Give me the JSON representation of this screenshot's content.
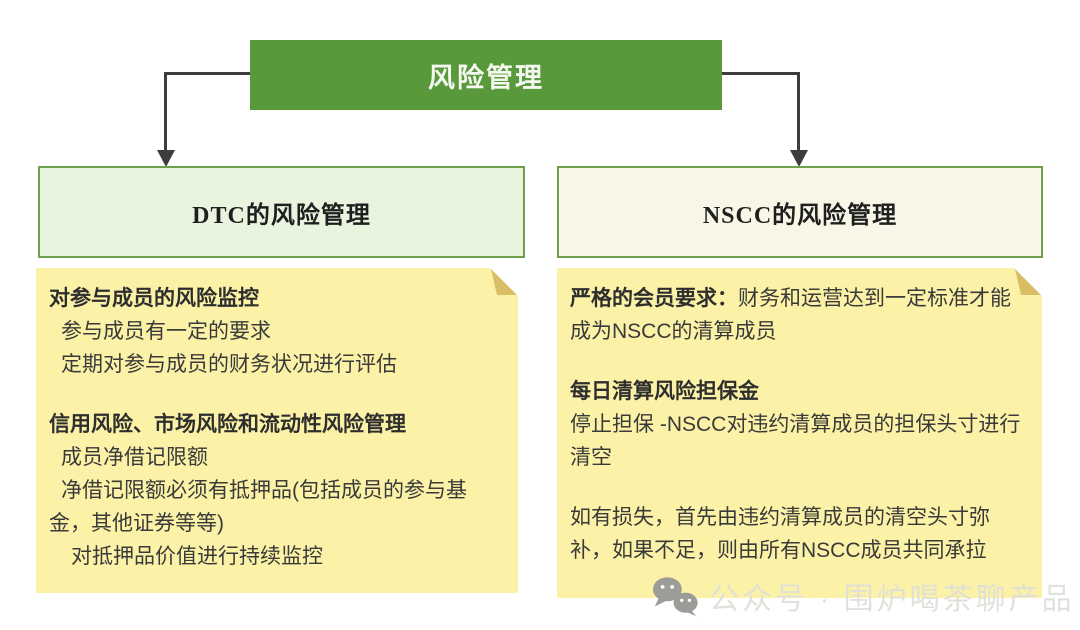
{
  "root": {
    "label": "风险管理"
  },
  "branches": [
    {
      "header": "DTC的风险管理",
      "note": {
        "blocks": [
          {
            "bold": "对参与成员的风险监控",
            "text": "",
            "gap_before": false,
            "indent": 0
          },
          {
            "bold": "",
            "text": "参与成员有一定的要求",
            "gap_before": false,
            "indent": 1
          },
          {
            "bold": "",
            "text": "定期对参与成员的财务状况进行评估",
            "gap_before": false,
            "indent": 1
          },
          {
            "bold": "信用风险、市场风险和流动性风险管理",
            "text": "",
            "gap_before": true,
            "indent": 0
          },
          {
            "bold": "",
            "text": "成员净借记限额",
            "gap_before": false,
            "indent": 1
          },
          {
            "bold": "",
            "text": "净借记限额必须有抵押品(包括成员的参与基\n金，其他证券等等)",
            "gap_before": false,
            "indent": 1
          },
          {
            "bold": "",
            "text": "对抵押品价值进行持续监控",
            "gap_before": false,
            "indent": 2
          }
        ]
      }
    },
    {
      "header": "NSCC的风险管理",
      "note": {
        "blocks": [
          {
            "bold": "严格的会员要求：",
            "text": "财务和运营达到一定标准才能\n成为NSCC的清算成员",
            "gap_before": false,
            "indent": 0
          },
          {
            "bold": "每日清算风险担保金",
            "text": "",
            "gap_before": true,
            "indent": 0
          },
          {
            "bold": "",
            "text": "停止担保 -NSCC对违约清算成员的担保头寸进行\n清空",
            "gap_before": false,
            "indent": 0
          },
          {
            "bold": "",
            "text": "如有损失，首先由违约清算成员的清空头寸弥\n补，如果不足，则由所有NSCC成员共同承拉",
            "gap_before": true,
            "indent": 0
          }
        ]
      }
    }
  ],
  "watermark": {
    "icon": "wechat-icon",
    "text": "公众号 · 围炉喝茶聊产品"
  },
  "colors": {
    "root-bg": "#58993c",
    "root-text": "#f4f8ee",
    "connector": "#3d3d3d",
    "branch-border": "#6fa04f",
    "branch-left-bg": "#e9f4df",
    "branch-right-bg": "#f8f6e6",
    "branch-text": "#1f1f1f",
    "note-bg": "#fbf2a7",
    "note-fold": "#d8bf67",
    "note-text": "#3a3a3a",
    "watermark-text": "#e0e0da",
    "watermark-icon": "#9c9c98",
    "page-bg": "#ffffff"
  }
}
